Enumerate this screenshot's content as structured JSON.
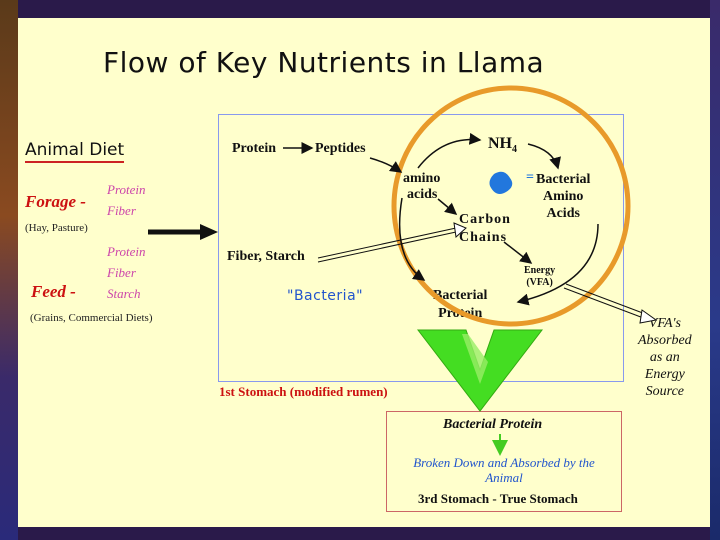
{
  "title": "Flow of Key Nutrients in Llama",
  "animal_diet": {
    "heading": "Animal Diet",
    "forage": {
      "label": "Forage -",
      "items": [
        "Protein",
        "Fiber"
      ],
      "examples": "(Hay, Pasture)"
    },
    "feed": {
      "label": "Feed -",
      "items": [
        "Protein",
        "Fiber",
        "Starch"
      ],
      "examples": "(Grains, Commercial Diets)"
    }
  },
  "rumen": {
    "protein": "Protein",
    "peptides": "Peptides",
    "nh4_main": "NH",
    "nh4_sub": "4",
    "amino_acids": [
      "amino",
      "acids"
    ],
    "equals": "=",
    "bacterial_amino_acids": [
      "Bacterial",
      "Amino",
      "Acids"
    ],
    "carbon_chains": [
      "Carbon",
      "Chains"
    ],
    "fiber_starch": "Fiber, Starch",
    "bacteria": "\"Bacteria\"",
    "energy_vfa": [
      "Energy",
      "(VFA)"
    ],
    "bacterial_protein": [
      "Bacterial",
      "Protein"
    ],
    "label": "1st Stomach (modified rumen)"
  },
  "vfa_note": [
    "VFA's",
    "Absorbed",
    "as an",
    "Energy",
    "Source"
  ],
  "true_stomach": {
    "title": "Bacterial Protein",
    "description": [
      "Broken Down and Absorbed by the",
      "Animal"
    ],
    "label": "3rd Stomach - True Stomach"
  },
  "colors": {
    "accent_red": "#cc1111",
    "diet_items": "#cc44aa",
    "rumen_label": "#cc1111",
    "bacteria_blue": "#2255cc",
    "ring": "#e89a2a",
    "arrow_green": "#44dd22",
    "droplet": "#2277dd"
  }
}
